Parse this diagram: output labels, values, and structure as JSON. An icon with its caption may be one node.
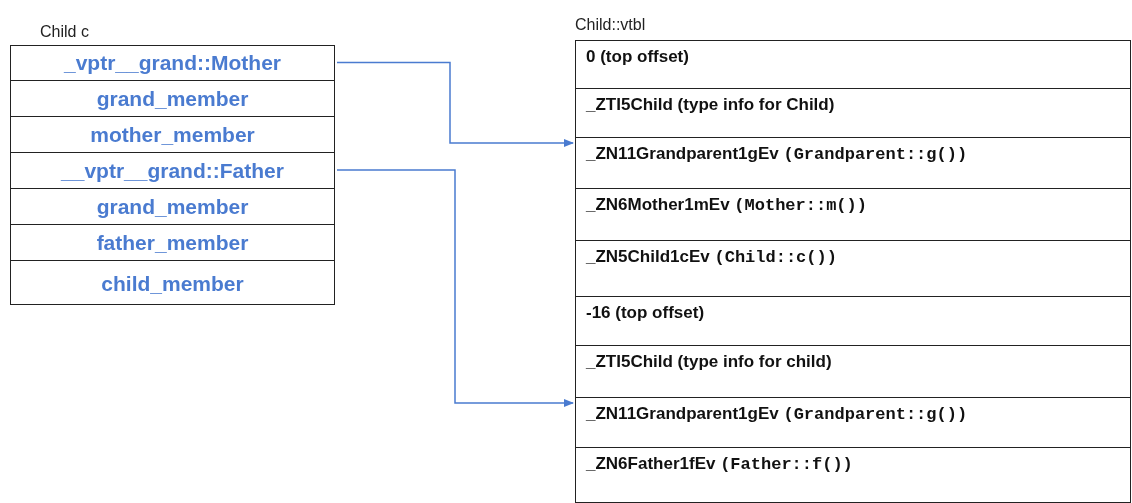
{
  "diagram": {
    "nodes": [
      {
        "text": [
          "Child c"
        ]
      },
      {
        "text": [
          "_vptr__grand::Mother"
        ],
        "in": 0
      },
      {
        "text": [
          "grand_member"
        ],
        "in": 0
      },
      {
        "text": [
          "mother_member"
        ],
        "in": 0
      },
      {
        "text": [
          "__vptr__grand::Father"
        ],
        "in": 0
      },
      {
        "text": [
          "grand_member"
        ],
        "in": 0
      },
      {
        "text": [
          "father_member"
        ],
        "in": 0
      },
      {
        "text": [
          "child_member"
        ],
        "in": 0
      },
      {
        "text": [
          "Child::vtbl"
        ]
      },
      {
        "text": [
          "0 (top offset)"
        ],
        "in": 8
      },
      {
        "text": [
          "_ZTI5Child (type info for Child)"
        ],
        "in": 8
      },
      {
        "text": [
          "_ZN11Grandparent1gEv",
          "(Grandparent::g())"
        ],
        "in": 8
      },
      {
        "text": [
          "_ZN6Mother1mEv",
          "(Mother::m())"
        ],
        "in": 8
      },
      {
        "text": [
          "_ZN5Child1cEv",
          "(Child::c())"
        ],
        "in": 8
      },
      {
        "text": [
          "-16 (top offset)"
        ],
        "in": 8
      },
      {
        "text": [
          "_ZTI5Child (type info for child)"
        ],
        "in": 8
      },
      {
        "text": [
          "_ZN11Grandparent1gEv",
          "(Grandparent::g())"
        ],
        "in": 8
      },
      {
        "text": [
          "_ZN6Father1fEv",
          "(Father::f())"
        ],
        "in": 8
      }
    ],
    "edges": [
      {
        "from": 1,
        "to": 11,
        "arrow": "to"
      },
      {
        "from": 4,
        "to": 16,
        "arrow": "to"
      }
    ]
  }
}
